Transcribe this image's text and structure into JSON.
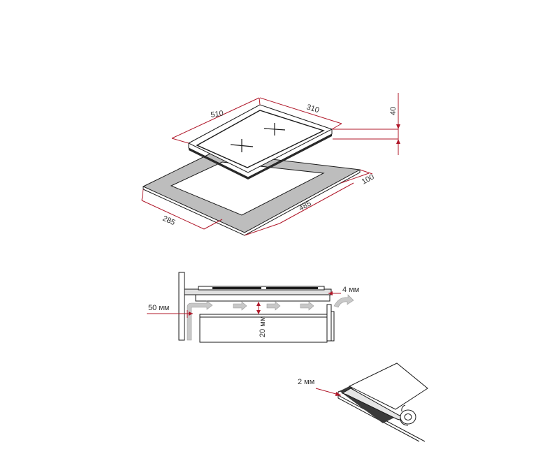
{
  "dimensions": {
    "top_width": "510",
    "top_depth": "310",
    "thickness": "40",
    "cutout_margin": "100",
    "cutout_depth": "285",
    "cutout_width": "485"
  },
  "ventilation": {
    "side_gap": "50 мм",
    "front_gap": "4 мм",
    "air_gap": "20 мм"
  },
  "seal": {
    "gap": "2 мм"
  },
  "colors": {
    "dimension_line": "#b0182a",
    "outline": "#1a1a1a",
    "counter_band": "#bdbdbd",
    "airflow_arrow": "#c8c8c8"
  }
}
